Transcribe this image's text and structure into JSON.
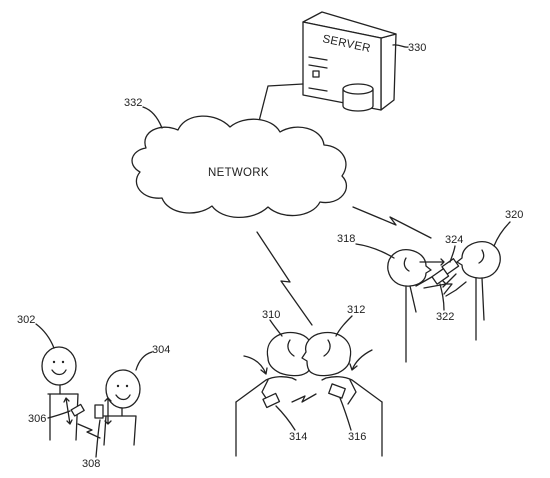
{
  "server": {
    "label": "SERVER",
    "ref": "330"
  },
  "network": {
    "label": "NETWORK",
    "ref": "332"
  },
  "groups": {
    "left": {
      "person_a": "302",
      "person_b": "304",
      "device_a": "306",
      "device_b": "308"
    },
    "middle": {
      "person_a": "310",
      "person_b": "312",
      "device_a": "314",
      "device_b": "316"
    },
    "right": {
      "person_a": "318",
      "person_b": "320",
      "device_a": "322",
      "device_b": "324"
    }
  }
}
